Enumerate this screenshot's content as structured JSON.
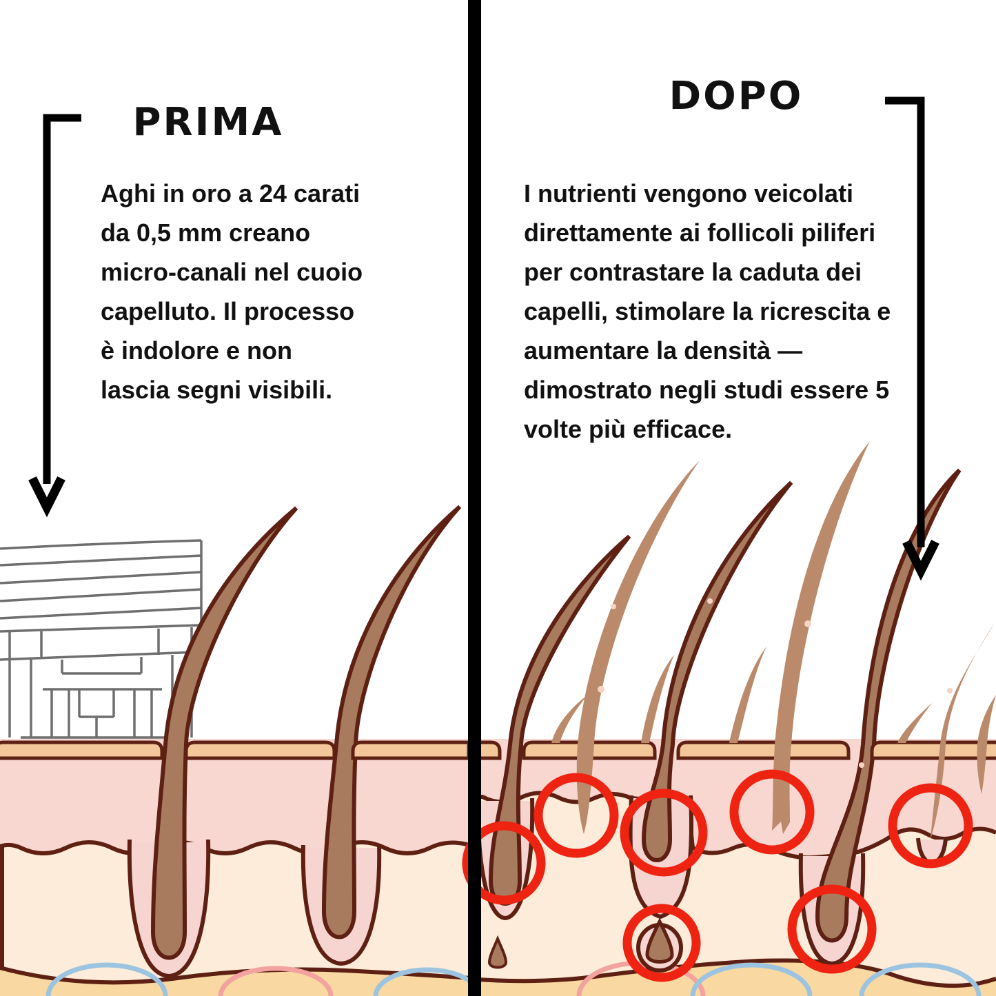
{
  "panels": {
    "before": {
      "title": "PRIMA",
      "description": "Aghi in oro a 24 carati\nda 0,5 mm creano\nmicro-canali nel cuoio\ncapelluto. Il processo\nè indolore e non\nlascia segni visibili."
    },
    "after": {
      "title": "DOPO",
      "description": "I nutrienti vengono veicolati\ndirettamente ai follicoli piliferi\nper contrastare la caduta dei\ncapelli, stimolare la ricrescita e\naumentare la densità —\ndimostrato negli studi essere 5\nvolte più efficace."
    }
  },
  "illustration": {
    "type": "skin cross-section with hair follicles, before/after comparison",
    "before_side": "microneedle stamp device on scalp, two hair follicles",
    "after_side": "dense hairs with follicles highlighted by red circles",
    "highlight_circle_count": 7
  },
  "colors": {
    "ink": "#111111",
    "divider": "#000000",
    "outline": "#5e2013",
    "epidermis": "#f4c79a",
    "dermis": "#f8d7d1",
    "hypodermis": "#fcecd9",
    "band": "#fad8a2",
    "hair": "#a87a5e",
    "hairlight": "#bb8a6a",
    "sheath": "#f6d5d1",
    "red": "#ee2312",
    "blue": "#9cc4e0",
    "pinkvessel": "#f2a3a0",
    "device": "#6f6f6f"
  }
}
